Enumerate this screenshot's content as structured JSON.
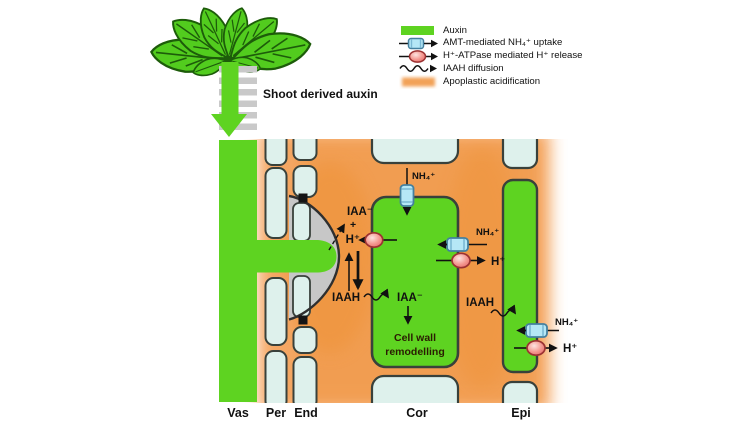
{
  "figure": {
    "shoot_label": "Shoot derived auxin"
  },
  "legend": {
    "items": [
      {
        "name": "auxin-swatch",
        "label": "Auxin"
      },
      {
        "name": "amt-uptake-icon",
        "label": "AMT-mediated NH₄⁺ uptake"
      },
      {
        "name": "h-atpase-icon",
        "label": "H⁺-ATPase mediated H⁺ release"
      },
      {
        "name": "iaah-diffusion-icon",
        "label": "IAAH diffusion"
      },
      {
        "name": "acidification-swatch",
        "label": "Apoplastic acidification"
      }
    ]
  },
  "diagram": {
    "nh4_cor_top": "NH₄⁺",
    "nh4_cor_right": "NH₄⁺",
    "nh4_epi": "NH₄⁺",
    "h_end": "H⁺",
    "h_cor_right": "H⁺",
    "h_epi": "H⁺",
    "iaa_end": "IAA⁻",
    "plus": "+",
    "iaah_end": "IAAH",
    "iaa_cor": "IAA⁻",
    "iaah_epi": "IAAH",
    "cell_wall_1": "Cell wall",
    "cell_wall_2": "remodelling",
    "tissues": [
      {
        "label": "Vas"
      },
      {
        "label": "Per"
      },
      {
        "label": "End"
      },
      {
        "label": "Cor"
      },
      {
        "label": "Epi"
      }
    ]
  },
  "colors": {
    "auxin_green": "#5ed321",
    "apoplast_orange": "#f2a258",
    "cell_blue": "#def1ec",
    "cell_border": "#39413b",
    "transporter_blue": "#b5e7f6",
    "atpase_red": "#ef8d87",
    "bulge_gray": "#c7c7c7"
  }
}
